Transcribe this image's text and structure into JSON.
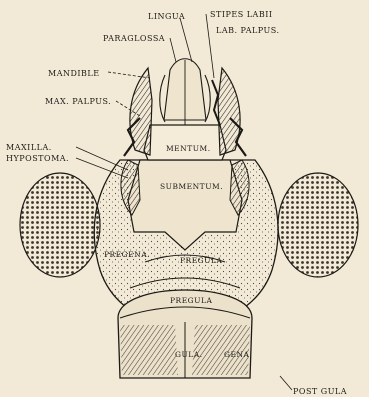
{
  "labels": {
    "lingua": "LINGUA",
    "stipes_labii": "STIPES LABII",
    "lab_palpus": "LAB. PALPUS.",
    "paraglossa": "PARAGLOSSA",
    "mandible": "MANDIBLE",
    "max_palpus": "MAX. PALPUS.",
    "maxilla": "MAXILLA.",
    "hypostoma": "HYPOSTOMA.",
    "mentum": "MENTUM.",
    "submentum": "SUBMENTUM.",
    "pregena": "PREGENA.",
    "pregula_upper": "PREGULA",
    "pregula_lower": "PREGULA",
    "gula": "GULA.",
    "gena": "GENA",
    "post_gula": "POST GULA"
  },
  "colors": {
    "paper": "#f2ead6",
    "ink": "#1c1a16"
  }
}
